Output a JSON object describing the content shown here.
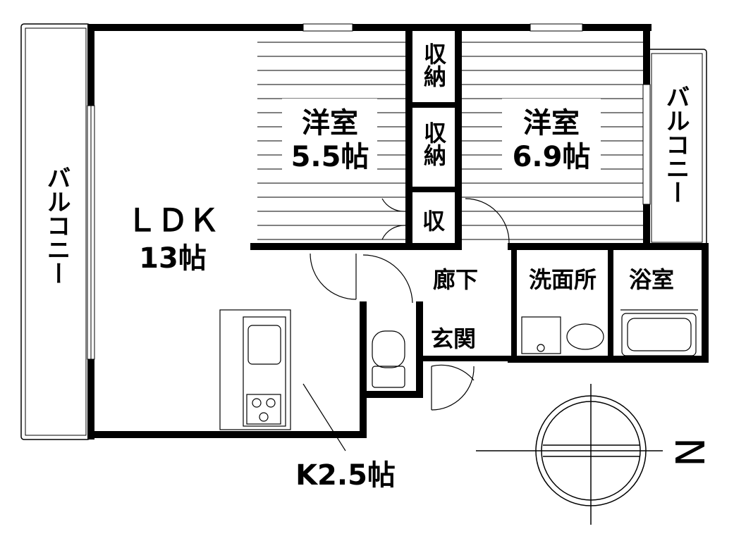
{
  "rooms": {
    "balcony_left": "バルコニー",
    "balcony_right": "バルコニー",
    "ldk_name": "ＬＤＫ",
    "ldk_size": "13帖",
    "western1_name": "洋室",
    "western1_size": "5.5帖",
    "western2_name": "洋室",
    "western2_size": "6.9帖",
    "storage_a": "収納",
    "storage_b": "収納",
    "storage_c": "収",
    "hallway": "廊下",
    "washroom": "洗面所",
    "bathroom": "浴室",
    "entrance": "玄関",
    "kitchen": "K2.5帖"
  },
  "compass": {
    "north_label": "N"
  }
}
